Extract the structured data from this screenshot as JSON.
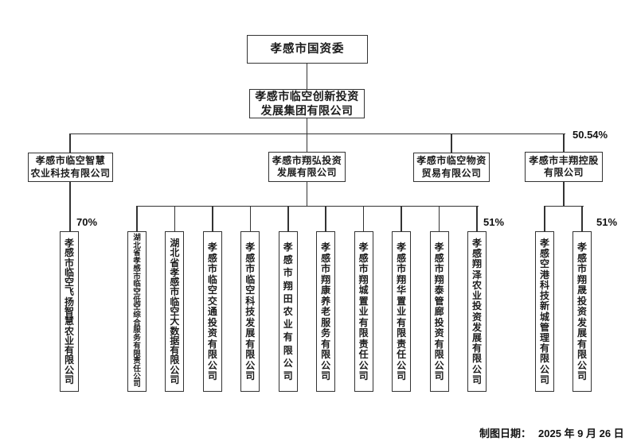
{
  "org": {
    "root": {
      "name": "孝感市国资委"
    },
    "group": {
      "name": "孝感市临空创新投资发展集团有限公司",
      "name_line1": "孝感市临空创新投资",
      "name_line2": "发展集团有限公司",
      "ownership_pct": "50.54%"
    },
    "level3": [
      {
        "name": "孝感市临空智慧农业科技有限公司",
        "name_line1": "孝感市临空智慧",
        "name_line2": "农业科技有限公司"
      },
      {
        "name": "孝感市翔弘投资发展有限公司",
        "name_line1": "孝感市翔弘投资",
        "name_line2": "发展有限公司"
      },
      {
        "name": "孝感市临空物资贸易有限公司",
        "name_line1": "孝感市临空物资",
        "name_line2": "贸易有限公司"
      },
      {
        "name": "孝感市丰翔控股有限公司",
        "name_line1": "孝感市丰翔控股",
        "name_line2": "有限公司"
      }
    ],
    "zhihui_subsidiaries": [
      "孝感市临空飞扬智慧农业有限公司"
    ],
    "zhihui_pct": "70%",
    "xianghong_subsidiaries": [
      "湖北省孝感市临空低空综合服务有限责任公司",
      "湖北省孝感市临空大数据有限公司",
      "孝感市临空交通投资有限公司",
      "孝感市临空科技发展有限公司",
      "孝感市翔田农业有限公司",
      "孝感市翔康养老服务有限公司",
      "孝感市翔城置业有限责任公司",
      "孝感市翔华置业有限责任公司",
      "孝感市翔泰管廊投资有限公司",
      "孝感翔泽农业投资发展有限公司"
    ],
    "xianghong_pct": "51%",
    "fengxiang_subsidiaries": [
      "孝感空港科技新城管理有限公司",
      "孝感市翔晟投资发展有限公司"
    ],
    "fengxiang_pct": "51%",
    "footer": {
      "date_label": "制图日期：",
      "date_value": "2025 年 9 月 26 日"
    }
  }
}
